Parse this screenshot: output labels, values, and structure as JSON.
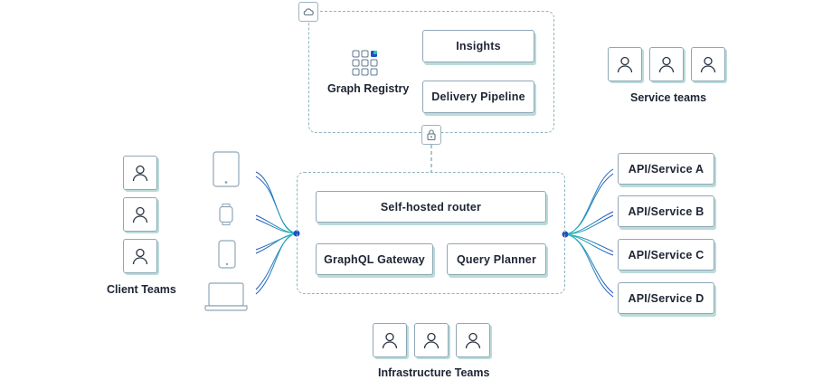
{
  "registry": {
    "title": "Graph Registry",
    "insights_label": "Insights",
    "pipeline_label": "Delivery Pipeline"
  },
  "router": {
    "self_hosted_label": "Self-hosted router",
    "gateway_label": "GraphQL Gateway",
    "planner_label": "Query Planner"
  },
  "teams": {
    "service_label": "Service teams",
    "client_label": "Client Teams",
    "infra_label": "Infrastructure Teams"
  },
  "services": [
    {
      "label": "API/Service A"
    },
    {
      "label": "API/Service B"
    },
    {
      "label": "API/Service C"
    },
    {
      "label": "API/Service D"
    }
  ],
  "icons": {
    "cloud": "cloud-icon",
    "lock": "lock-icon",
    "grid": "grid-icon",
    "person": "person-icon",
    "tablet": "tablet-icon",
    "watch": "watch-icon",
    "phone": "phone-icon",
    "laptop": "laptop-icon"
  },
  "colors": {
    "accent": "#1f5fd6",
    "teal": "#2cc3b5",
    "dash": "#8fb3c0",
    "shadow": "#b9dcd8"
  }
}
